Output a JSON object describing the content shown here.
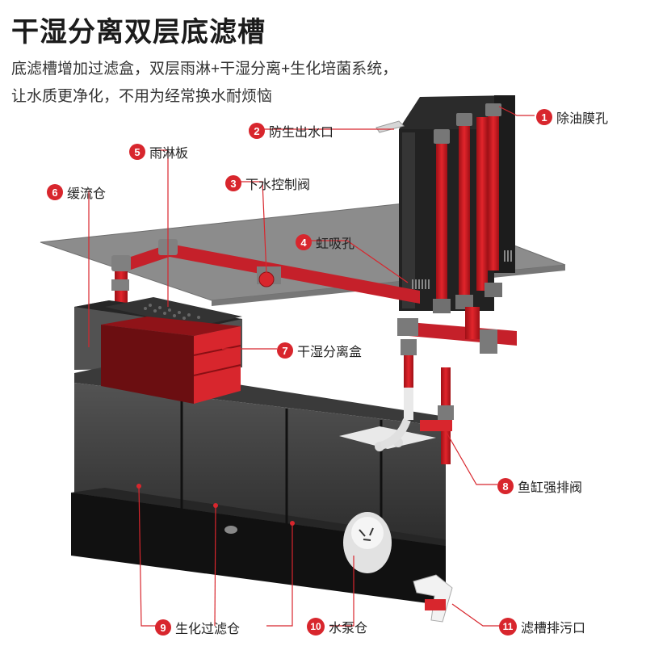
{
  "title": "干湿分离双层底滤槽",
  "subtitle_line1": "底滤槽增加过滤盒，双层雨淋+干湿分离+生化培菌系统，",
  "subtitle_line2": "让水质更净化，不用为经常换水耐烦恼",
  "accent_color": "#d8262d",
  "callouts": [
    {
      "num": "1",
      "text": "除油膜孔"
    },
    {
      "num": "2",
      "text": "防生出水口"
    },
    {
      "num": "3",
      "text": "下水控制阀"
    },
    {
      "num": "4",
      "text": "虹吸孔"
    },
    {
      "num": "5",
      "text": "雨淋板"
    },
    {
      "num": "6",
      "text": "缓流仓"
    },
    {
      "num": "7",
      "text": "干湿分离盒"
    },
    {
      "num": "8",
      "text": "鱼缸强排阀"
    },
    {
      "num": "9",
      "text": "生化过滤仓"
    },
    {
      "num": "10",
      "text": "水泵仓"
    },
    {
      "num": "11",
      "text": "滤槽排污口"
    }
  ]
}
